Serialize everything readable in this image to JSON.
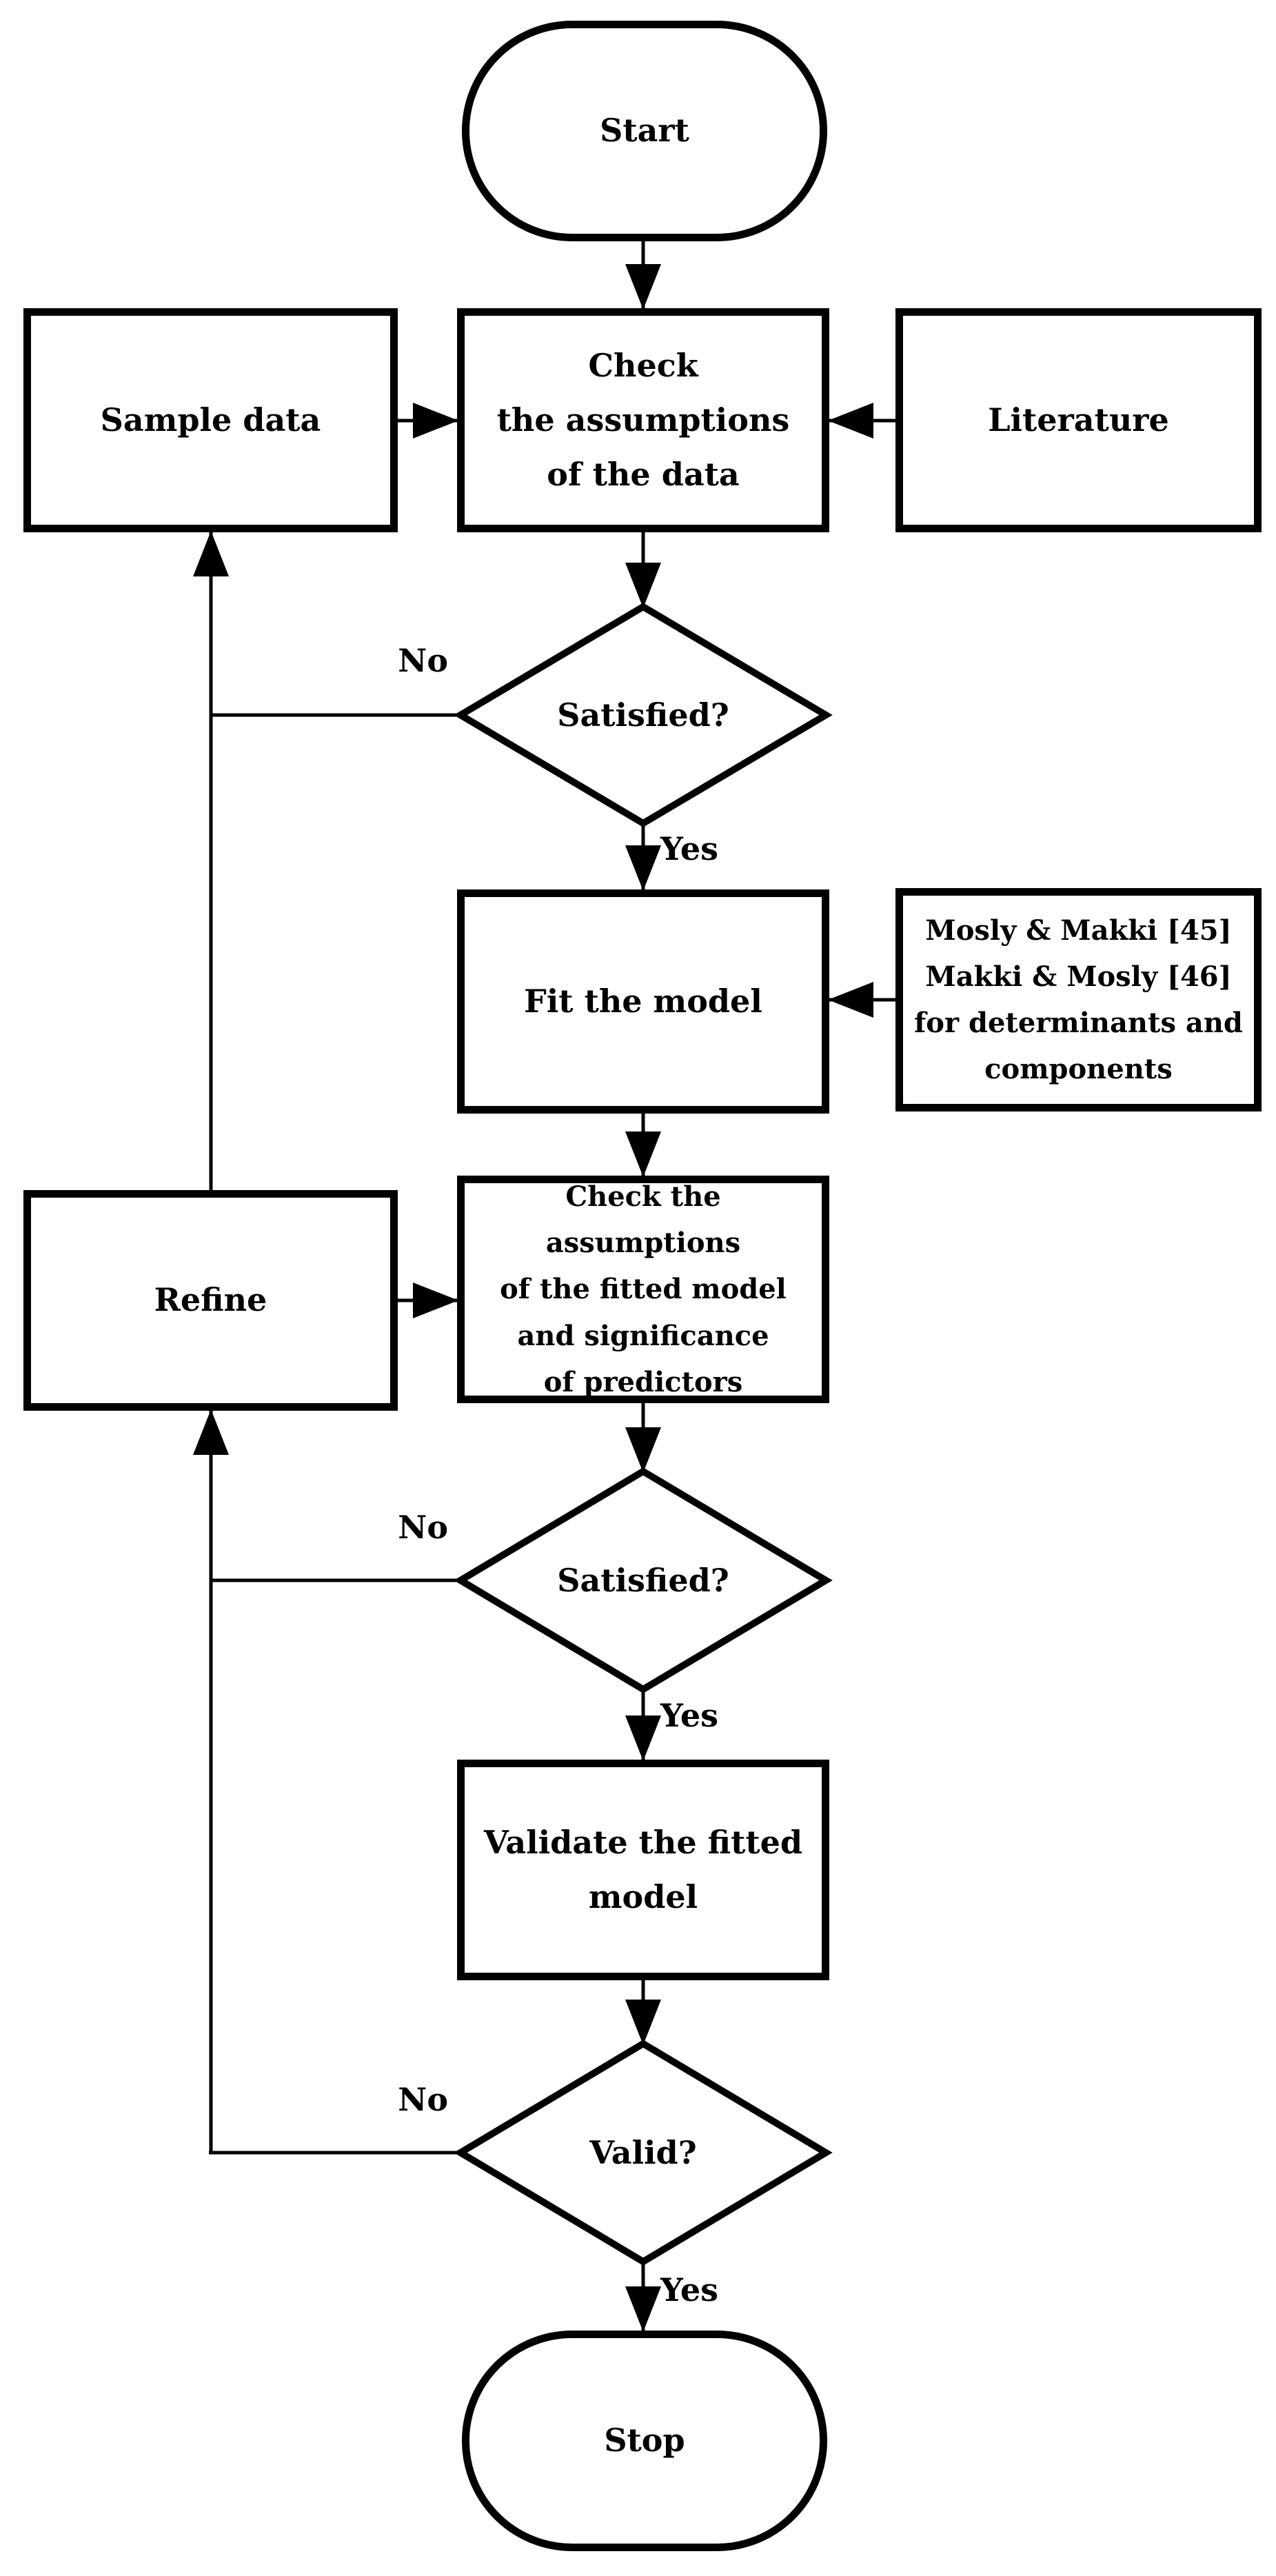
{
  "nodes": {
    "start": {
      "label": "Start",
      "shape": "terminator"
    },
    "sample_data": {
      "label": "Sample data",
      "shape": "process"
    },
    "check_assumptions": {
      "label": "Check\nthe assumptions\nof the data",
      "shape": "process"
    },
    "literature": {
      "label": "Literature",
      "shape": "process"
    },
    "satisfied_1": {
      "label": "Satisfied?",
      "shape": "decision"
    },
    "fit_model": {
      "label": "Fit the model",
      "shape": "process"
    },
    "references": {
      "label": "Mosly & Makki [45]\nMakki & Mosly [46]\nfor determinants and\ncomponents",
      "shape": "process"
    },
    "refine": {
      "label": "Refine",
      "shape": "process"
    },
    "check_fitted": {
      "label": "Check the assumptions\nof the fitted model\nand significance\nof predictors",
      "shape": "process"
    },
    "satisfied_2": {
      "label": "Satisfied?",
      "shape": "decision"
    },
    "validate": {
      "label": "Validate the fitted\nmodel",
      "shape": "process"
    },
    "valid": {
      "label": "Valid?",
      "shape": "decision"
    },
    "stop": {
      "label": "Stop",
      "shape": "terminator"
    }
  },
  "edge_labels": {
    "no1": "No",
    "yes1": "Yes",
    "no2": "No",
    "yes2": "Yes",
    "no3": "No",
    "yes3": "Yes"
  },
  "colors": {
    "line": "#000000",
    "fill": "#ffffff",
    "text": "#000000"
  }
}
